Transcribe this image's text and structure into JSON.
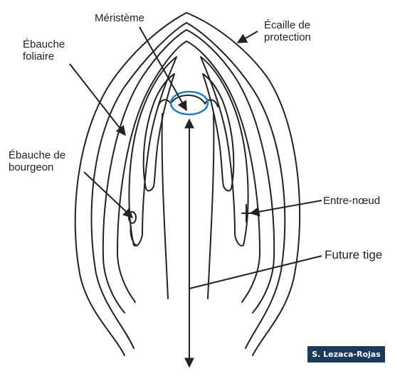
{
  "labels": {
    "meristeme": "Méristème",
    "ecaille_line1": "Écaille de",
    "ecaille_line2": "protection",
    "ebauche_foliaire_line1": "Ébauche",
    "ebauche_foliaire_line2": "foliaire",
    "ebauche_bourgeon_line1": "Ébauche de",
    "ebauche_bourgeon_line2": "bourgeon",
    "entre_noeud": "Entre-nœud",
    "future_tige": "Future tige"
  },
  "credit": "S. Lezaca-Rojas",
  "colors": {
    "ink": "#222222",
    "meristem_highlight": "#1f7fc7",
    "credit_background": "#1b3a5c",
    "background": "#ffffff"
  }
}
